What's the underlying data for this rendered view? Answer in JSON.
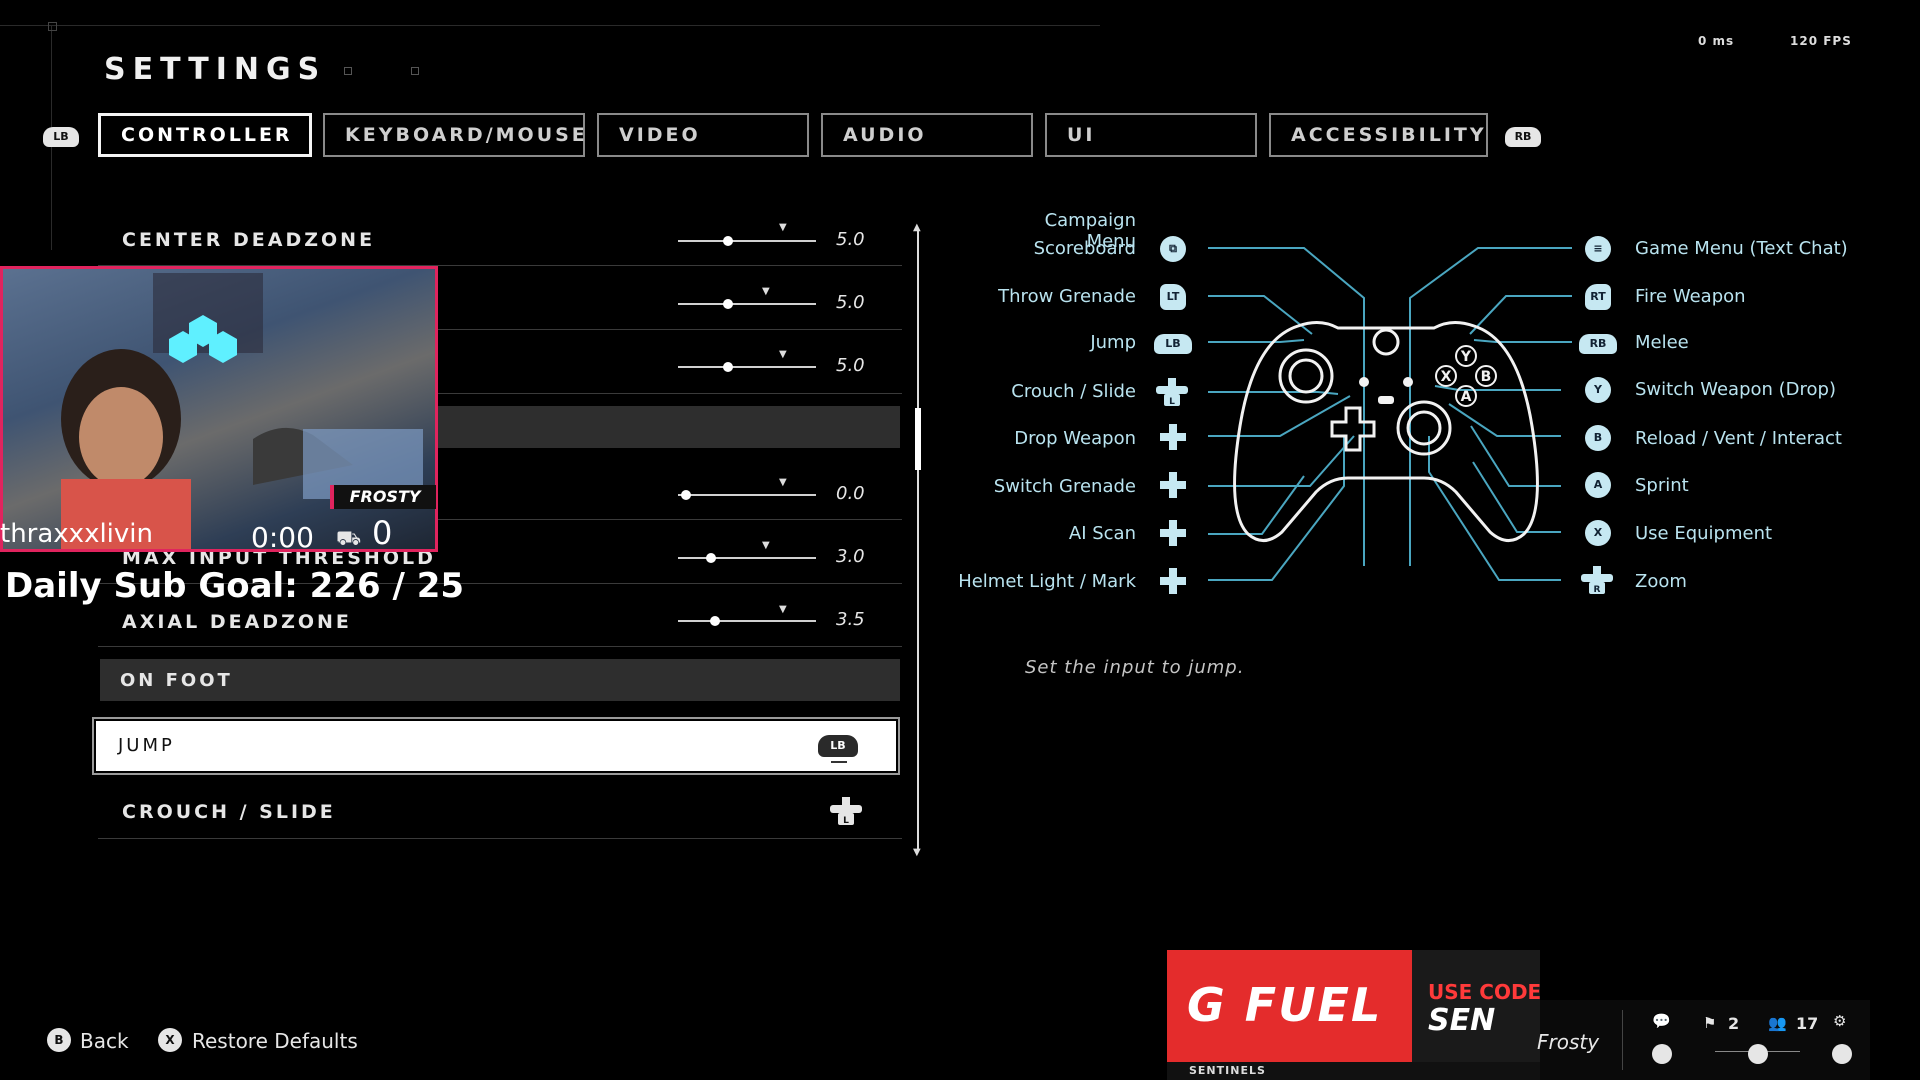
{
  "header": {
    "title": "SETTINGS",
    "ping": "0 ms",
    "fps": "120 FPS"
  },
  "tabs": {
    "left_bumper": "LB",
    "right_bumper": "RB",
    "items": [
      "CONTROLLER",
      "KEYBOARD/MOUSE",
      "VIDEO",
      "AUDIO",
      "UI",
      "ACCESSIBILITY"
    ],
    "active": "CONTROLLER"
  },
  "settings": {
    "center_deadzone": {
      "label": "CENTER DEADZONE",
      "value": "5.0",
      "fraction": 0.36
    },
    "row2": {
      "value": "5.0",
      "fraction": 0.36
    },
    "row3": {
      "value": "5.0",
      "fraction": 0.36
    },
    "row5": {
      "value": "0.0",
      "fraction": 0.06
    },
    "max_input_threshold": {
      "label": "MAX INPUT THRESHOLD",
      "value": "3.0",
      "fraction": 0.24
    },
    "axial_deadzone": {
      "label": "AXIAL DEADZONE",
      "value": "3.5",
      "fraction": 0.27
    },
    "section_on_foot": "ON FOOT",
    "jump": {
      "label": "JUMP",
      "binding": "LB"
    },
    "crouch": {
      "label": "CROUCH / SLIDE",
      "binding": "L"
    }
  },
  "mapping": {
    "left": [
      {
        "label": "Campaign Menu",
        "icon": "view-icon"
      },
      {
        "label": "Scoreboard",
        "icon": "view-icon"
      },
      {
        "label": "Throw Grenade",
        "icon": "LT"
      },
      {
        "label": "Jump",
        "icon": "LB"
      },
      {
        "label": "Crouch / Slide",
        "icon": "L"
      },
      {
        "label": "Drop Weapon",
        "icon": "dpad-icon"
      },
      {
        "label": "Switch Grenade",
        "icon": "dpad-icon"
      },
      {
        "label": "AI Scan",
        "icon": "dpad-icon"
      },
      {
        "label": "Helmet Light / Mark",
        "icon": "dpad-icon"
      }
    ],
    "right": [
      {
        "label": "Game Menu (Text Chat)",
        "icon": "menu-icon"
      },
      {
        "label": "Fire Weapon",
        "icon": "RT"
      },
      {
        "label": "Melee",
        "icon": "RB"
      },
      {
        "label": "Switch Weapon (Drop)",
        "icon": "Y"
      },
      {
        "label": "Reload / Vent / Interact",
        "icon": "B"
      },
      {
        "label": "Sprint",
        "icon": "A"
      },
      {
        "label": "Use Equipment",
        "icon": "X"
      },
      {
        "label": "Zoom",
        "icon": "R"
      }
    ],
    "description": "Set the input to jump."
  },
  "overlay": {
    "brand": "FROSTY",
    "username": "thraxxxlivin",
    "timer": "0:00",
    "count": "0",
    "sub_goal": "Daily Sub Goal: 226 / 25"
  },
  "footer": {
    "back_button": "B",
    "back_label": "Back",
    "restore_button": "X",
    "restore_label": "Restore Defaults"
  },
  "sponsor": {
    "brand": "G FUEL",
    "use_code": "USE CODE",
    "code": "SEN",
    "team": "SENTINELS"
  },
  "tray": {
    "user": "Frosty",
    "party_count": "2",
    "friends_count": "17"
  },
  "colors": {
    "accent_map": "#b9e3ef",
    "line_map": "#4aa6c0",
    "overlay_border": "#e0245e",
    "sponsor_red": "#e42c2c"
  }
}
